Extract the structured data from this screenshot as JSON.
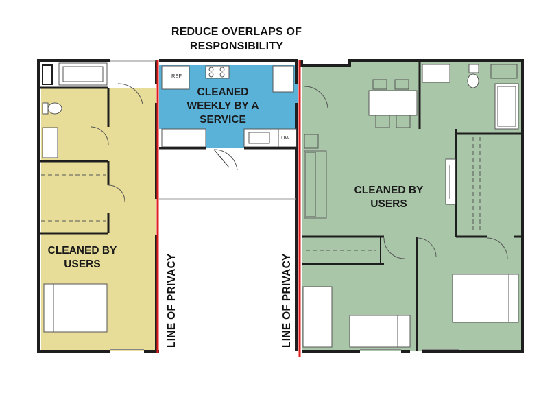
{
  "header": {
    "line1": "REDUCE OVERLAPS OF",
    "line2": "RESPONSIBILITY"
  },
  "zones": {
    "left_unit": {
      "line1": "CLEANED BY",
      "line2": "USERS"
    },
    "kitchen": {
      "line1": "CLEANED",
      "line2": "WEEKLY BY A",
      "line3": "SERVICE"
    },
    "right_unit": {
      "line1": "CLEANED BY",
      "line2": "USERS"
    }
  },
  "privacy": {
    "left": "LINE OF PRIVACY",
    "right": "LINE OF PRIVACY"
  },
  "appliances": {
    "fridge": "REF",
    "dishwasher": "DW"
  },
  "colors": {
    "yellow_zone": "#e7dd98",
    "blue_zone": "#5ab2d9",
    "green_zone": "#a9c6a9",
    "privacy_line": "#e01b1b",
    "wall": "#1e1e1e"
  }
}
